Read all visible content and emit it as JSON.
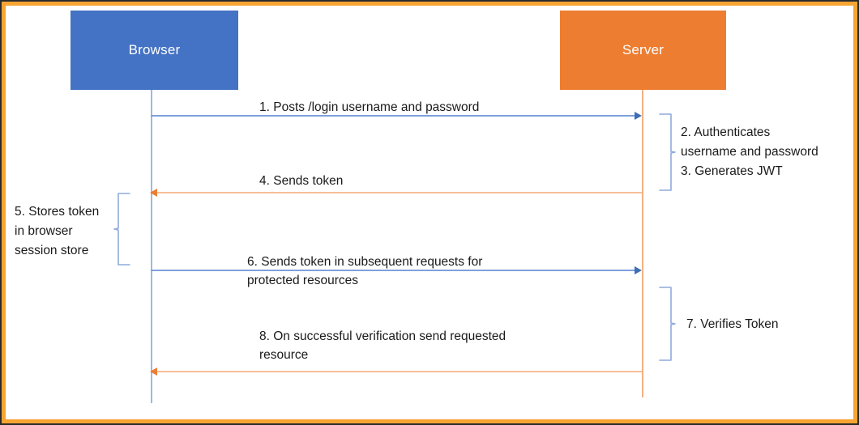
{
  "diagram": {
    "type": "sequence-diagram",
    "title": "JWT authentication sequence between Browser and Server",
    "border_color": "#F7A433",
    "colors": {
      "browser_fill": "#4472C4",
      "server_fill": "#ED7D31",
      "browser_lifeline": "#9DB7E8",
      "server_lifeline": "#F5B183",
      "request_arrow": "#3E6DB5",
      "response_arrow": "#ED7D31",
      "brace": "#8FAADC",
      "text": "#1a1a1a"
    },
    "actors": [
      {
        "id": "browser",
        "label": "Browser"
      },
      {
        "id": "server",
        "label": "Server"
      }
    ],
    "messages": [
      {
        "id": "msg-1",
        "label": "1. Posts /login username and password",
        "from": "browser",
        "to": "server",
        "direction": "right",
        "color": "request"
      },
      {
        "id": "msg-4",
        "label": "4. Sends token",
        "from": "server",
        "to": "browser",
        "direction": "left",
        "color": "response"
      },
      {
        "id": "msg-6",
        "label": "6. Sends token in subsequent requests for\nprotected resources",
        "from": "browser",
        "to": "server",
        "direction": "right",
        "color": "request"
      },
      {
        "id": "msg-8",
        "label": "8. On successful verification send requested\nresource",
        "from": "server",
        "to": "browser",
        "direction": "left",
        "color": "response"
      }
    ],
    "notes": [
      {
        "id": "note-server-auth",
        "side": "right",
        "attached_to": "server",
        "label": "2. Authenticates\nusername and password\n3. Generates JWT"
      },
      {
        "id": "note-browser-store",
        "side": "left",
        "attached_to": "browser",
        "label": "5. Stores token\nin browser\nsession store"
      },
      {
        "id": "note-server-verify",
        "side": "right",
        "attached_to": "server",
        "label": "7. Verifies Token"
      }
    ]
  }
}
